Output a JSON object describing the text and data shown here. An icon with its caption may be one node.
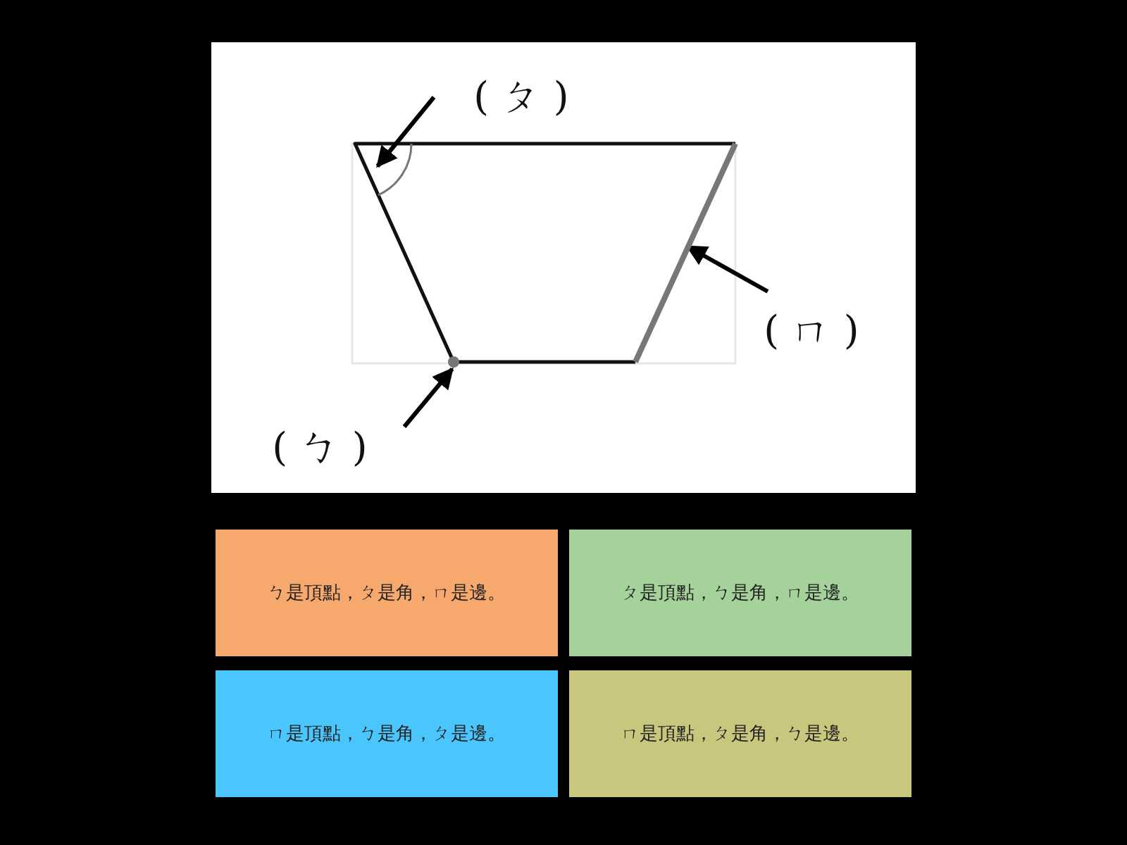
{
  "diagram": {
    "nodes": [
      {
        "text": [
          "( ㄆ )"
        ]
      },
      {
        "text": [],
        "shape": "arc"
      },
      {
        "text": [
          "( ㄇ )"
        ]
      },
      {
        "text": [],
        "shape": "line"
      },
      {
        "text": [
          "( ㄅ )"
        ]
      },
      {
        "text": [],
        "shape": "circle"
      },
      {
        "text": [
          "ㄅ是頂點，ㄆ是角，ㄇ是邊。"
        ]
      },
      {
        "text": [
          "ㄆ是頂點，ㄅ是角，ㄇ是邊。"
        ]
      },
      {
        "text": [
          "ㄇ是頂點，ㄅ是角，ㄆ是邊。"
        ]
      },
      {
        "text": [
          "ㄇ是頂點，ㄆ是角，ㄅ是邊。"
        ]
      }
    ],
    "edges": [
      {
        "from": 0,
        "to": 1,
        "arrow": "to"
      },
      {
        "from": 2,
        "to": 3,
        "arrow": "to"
      },
      {
        "from": 4,
        "to": 5,
        "arrow": "to"
      }
    ]
  }
}
